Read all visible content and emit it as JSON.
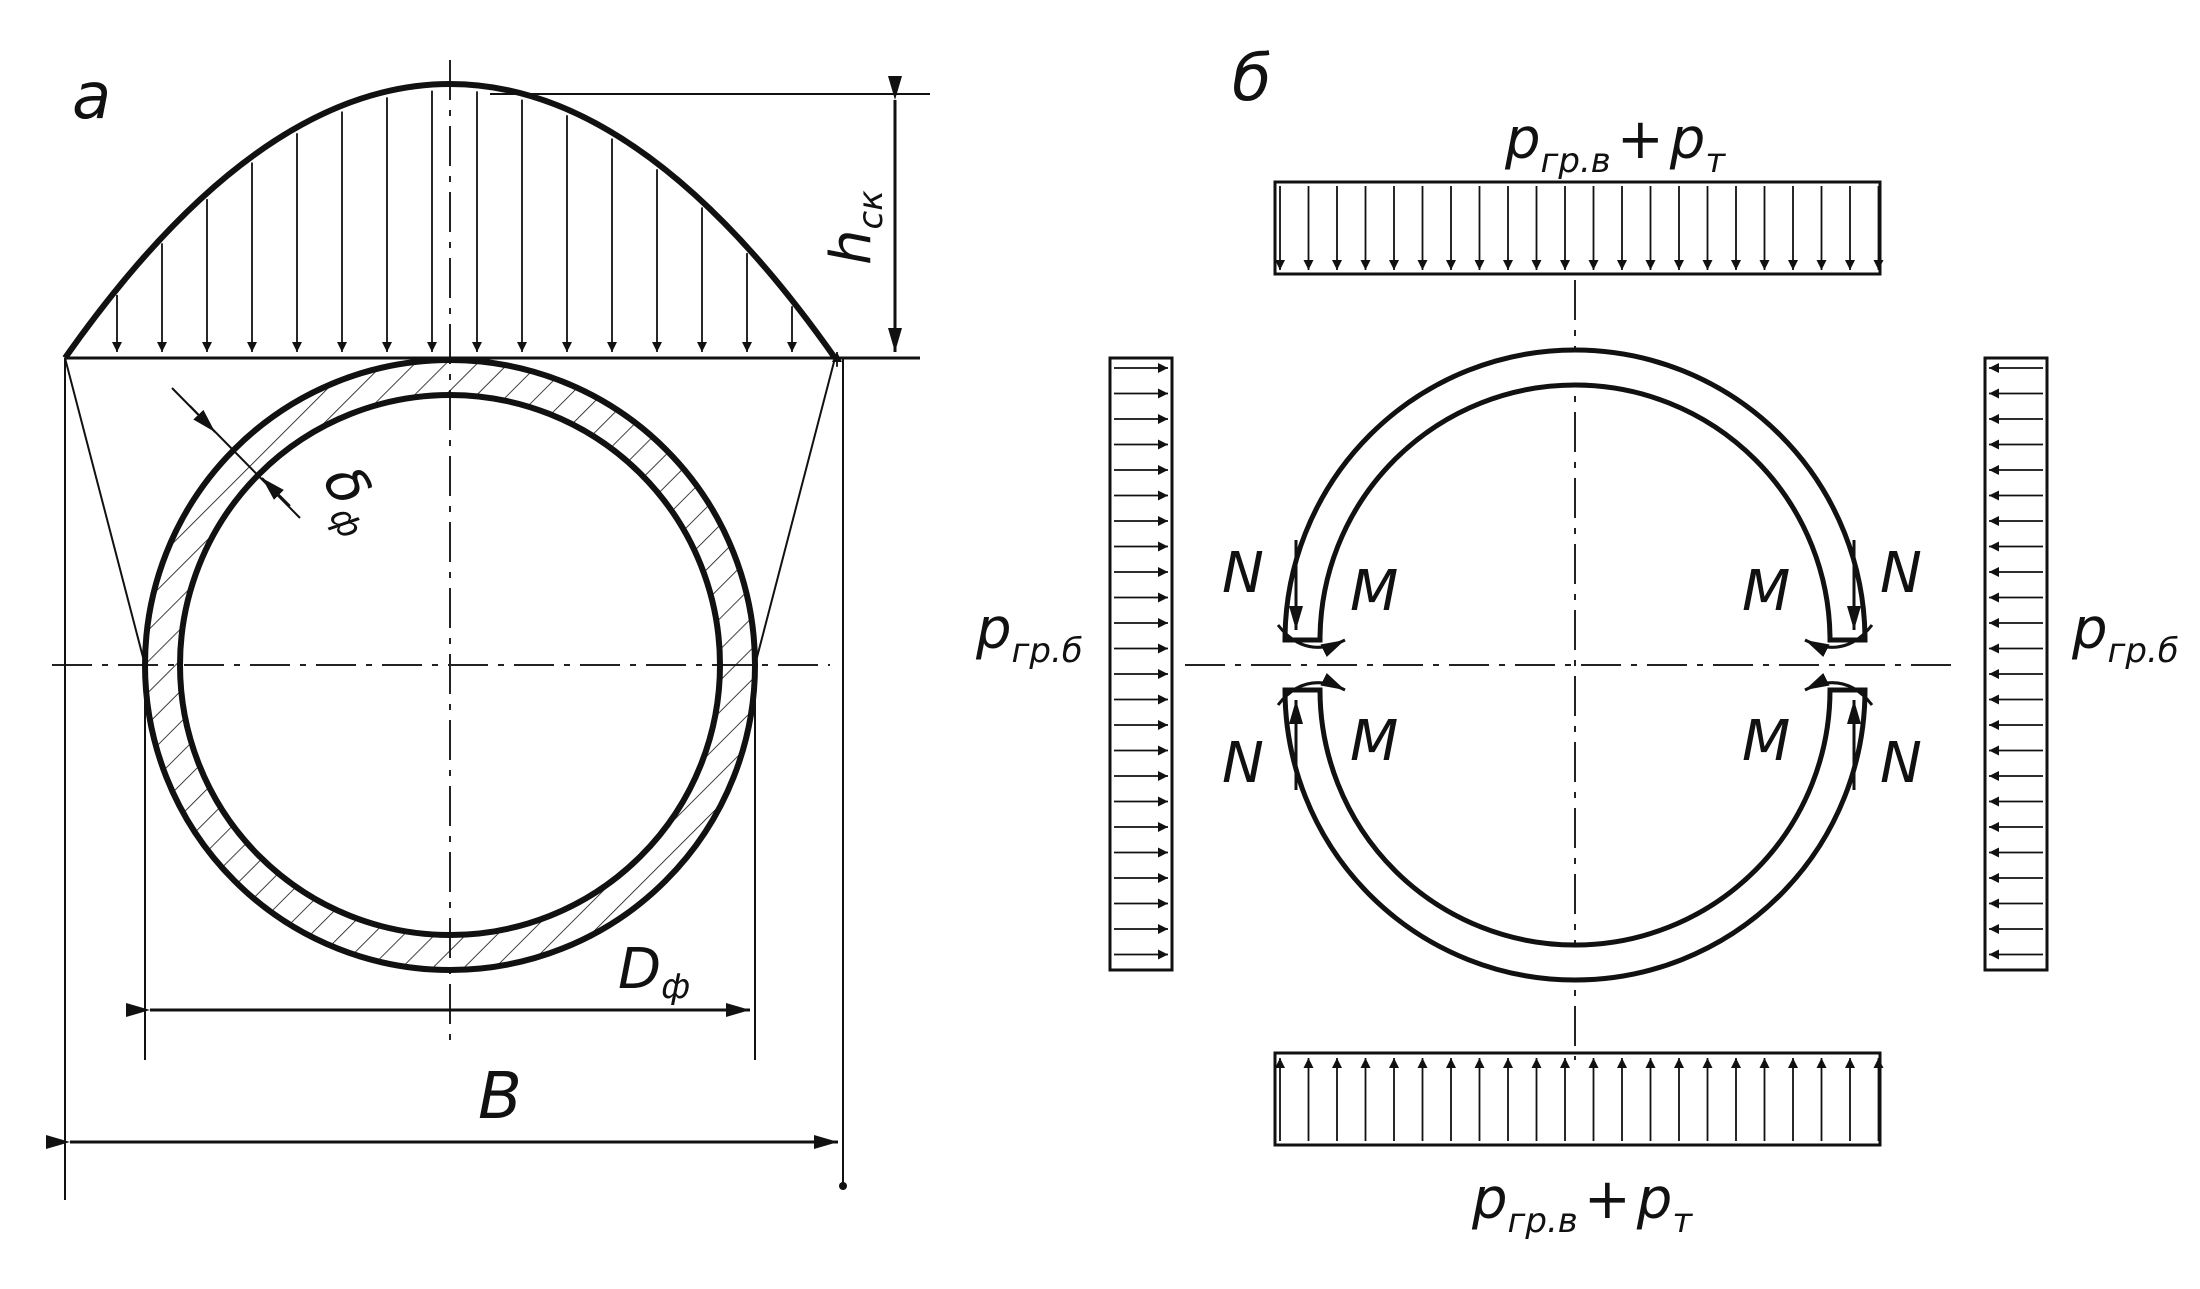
{
  "panel_a": {
    "label": "a",
    "h_label": "h",
    "h_sub": "ск",
    "delta_label": "δ",
    "delta_sub": "ф",
    "d_label": "D",
    "d_sub": "ф",
    "b_label": "B"
  },
  "panel_b": {
    "label": "б",
    "top_load": {
      "p1": "p",
      "p1_sub": "гр.в",
      "plus": "+",
      "p2": "p",
      "p2_sub": "т"
    },
    "bottom_load": {
      "p1": "p",
      "p1_sub": "гр.в",
      "plus": "+",
      "p2": "p",
      "p2_sub": "т"
    },
    "left_load": {
      "p": "p",
      "p_sub": "гр.б"
    },
    "right_load": {
      "p": "p",
      "p_sub": "гр.б"
    },
    "force_n": "N",
    "moment_m": "M"
  },
  "colors": {
    "ink": "#111111",
    "background": "#ffffff"
  }
}
